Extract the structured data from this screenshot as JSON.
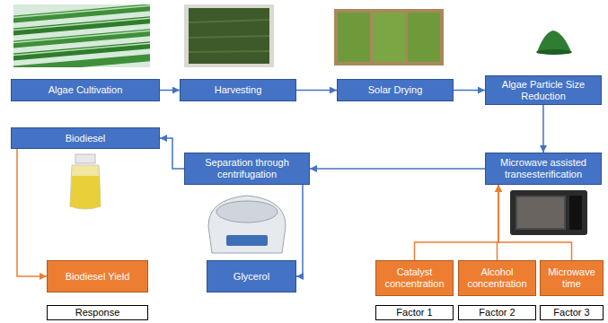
{
  "diagram": {
    "nodes": [
      {
        "text": [
          "Algae Cultivation"
        ]
      },
      {
        "text": [
          "Harvesting"
        ]
      },
      {
        "text": [
          "Solar Drying"
        ]
      },
      {
        "text": [
          "Algae Particle Size Reduction"
        ]
      },
      {
        "text": [
          "Biodiesel"
        ]
      },
      {
        "text": [
          "Separation through centrifugation"
        ]
      },
      {
        "text": [
          "Microwave assisted transesterification"
        ]
      },
      {
        "text": [
          "Biodiesel Yield"
        ]
      },
      {
        "text": [
          "Glycerol"
        ]
      },
      {
        "text": [
          "Catalyst concentration"
        ]
      },
      {
        "text": [
          "Alcohol concentration"
        ]
      },
      {
        "text": [
          "Microwave time"
        ]
      },
      {
        "text": [
          "Response"
        ]
      },
      {
        "text": [
          "Factor 1"
        ]
      },
      {
        "text": [
          "Factor 2"
        ]
      },
      {
        "text": [
          "Factor 3"
        ]
      }
    ],
    "edges": [
      {
        "from": 0,
        "to": 1,
        "arrow": "to"
      },
      {
        "from": 1,
        "to": 2,
        "arrow": "to"
      },
      {
        "from": 2,
        "to": 3,
        "arrow": "to"
      },
      {
        "from": 3,
        "to": 6,
        "arrow": "to"
      },
      {
        "from": 6,
        "to": 5,
        "arrow": "to"
      },
      {
        "from": 5,
        "to": 4,
        "arrow": "to"
      },
      {
        "from": 5,
        "to": 8,
        "arrow": "to"
      },
      {
        "from": 4,
        "to": 7,
        "arrow": "to"
      },
      {
        "from": 9,
        "to": 6,
        "arrow": "to"
      },
      {
        "from": 10,
        "to": 6,
        "arrow": "to"
      },
      {
        "from": 11,
        "to": 6,
        "arrow": "to"
      }
    ]
  }
}
